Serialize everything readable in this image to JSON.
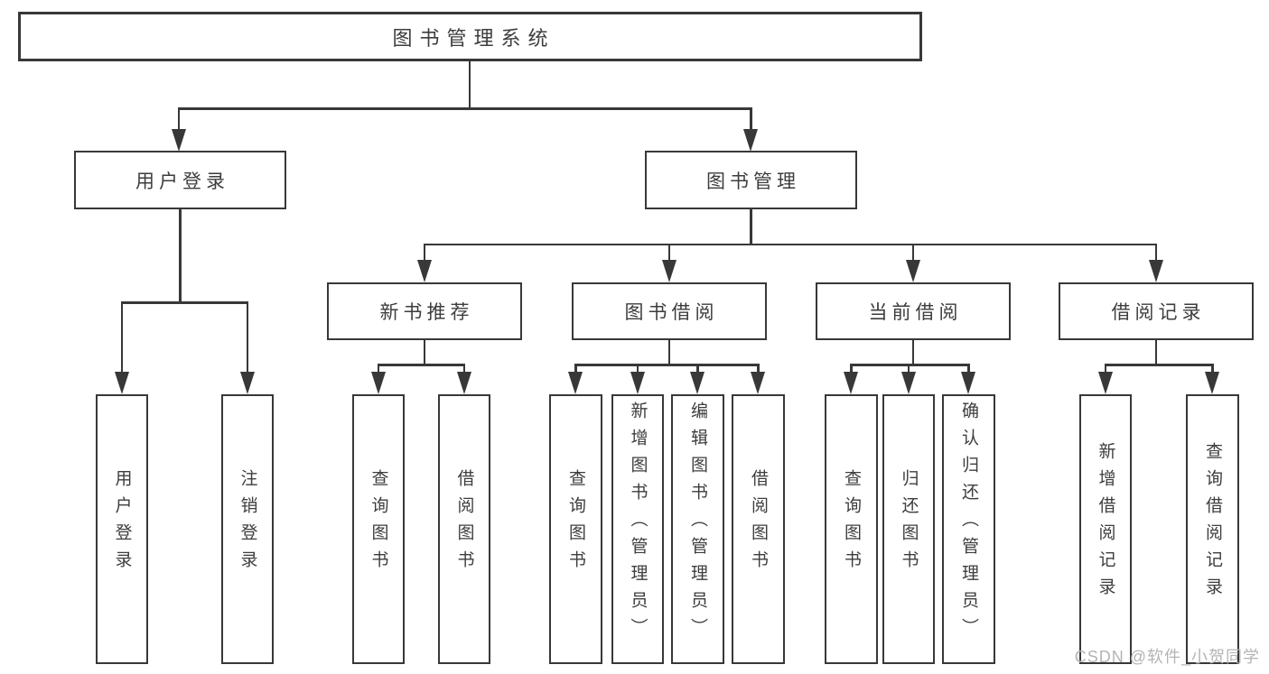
{
  "tree": {
    "root": {
      "label": "图书管理系统"
    },
    "branches": [
      {
        "label": "用户登录",
        "children": [
          {
            "label": "用户登录"
          },
          {
            "label": "注销登录"
          }
        ]
      },
      {
        "label": "图书管理",
        "children": [
          {
            "label": "新书推荐",
            "children": [
              {
                "label": "查询图书"
              },
              {
                "label": "借阅图书"
              }
            ]
          },
          {
            "label": "图书借阅",
            "children": [
              {
                "label": "查询图书"
              },
              {
                "label": "新增图书（管理员）"
              },
              {
                "label": "编辑图书（管理员）"
              },
              {
                "label": "借阅图书"
              }
            ]
          },
          {
            "label": "当前借阅",
            "children": [
              {
                "label": "查询图书"
              },
              {
                "label": "归还图书"
              },
              {
                "label": "确认归还（管理员）"
              }
            ]
          },
          {
            "label": "借阅记录",
            "children": [
              {
                "label": "新增借阅记录"
              },
              {
                "label": "查询借阅记录"
              }
            ]
          }
        ]
      }
    ]
  },
  "watermark": {
    "text": "CSDN @软件_小贺同学"
  },
  "colors": {
    "line": "#383838",
    "text": "#3d3d3d",
    "watermark": "#b4b4b4",
    "background": "#ffffff"
  }
}
